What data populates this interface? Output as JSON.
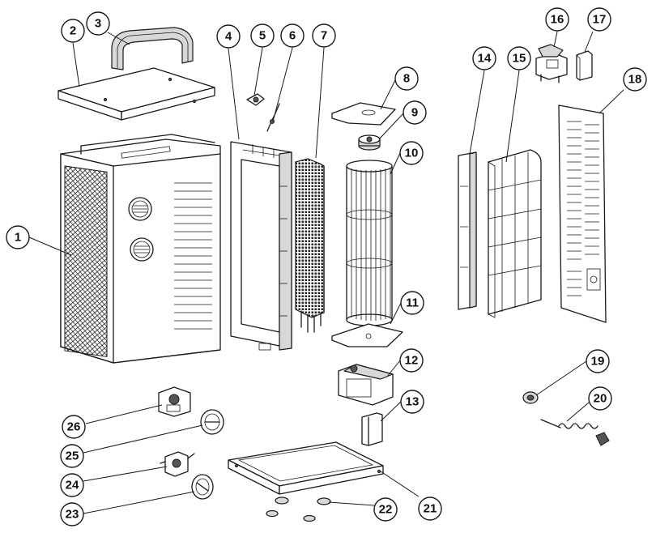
{
  "diagram": {
    "type": "exploded-parts-view",
    "callouts": [
      {
        "id": "1",
        "label": "1"
      },
      {
        "id": "2",
        "label": "2"
      },
      {
        "id": "3",
        "label": "3"
      },
      {
        "id": "4",
        "label": "4"
      },
      {
        "id": "5",
        "label": "5"
      },
      {
        "id": "6",
        "label": "6"
      },
      {
        "id": "7",
        "label": "7"
      },
      {
        "id": "8",
        "label": "8"
      },
      {
        "id": "9",
        "label": "9"
      },
      {
        "id": "10",
        "label": "10"
      },
      {
        "id": "11",
        "label": "11"
      },
      {
        "id": "12",
        "label": "12"
      },
      {
        "id": "13",
        "label": "13"
      },
      {
        "id": "14",
        "label": "14"
      },
      {
        "id": "15",
        "label": "15"
      },
      {
        "id": "16",
        "label": "16"
      },
      {
        "id": "17",
        "label": "17"
      },
      {
        "id": "18",
        "label": "18"
      },
      {
        "id": "19",
        "label": "19"
      },
      {
        "id": "20",
        "label": "20"
      },
      {
        "id": "21",
        "label": "21"
      },
      {
        "id": "22",
        "label": "22"
      },
      {
        "id": "23",
        "label": "23"
      },
      {
        "id": "24",
        "label": "24"
      },
      {
        "id": "25",
        "label": "25"
      },
      {
        "id": "26",
        "label": "26"
      }
    ],
    "colors": {
      "line": "#1a1a1a",
      "background": "#ffffff",
      "shade": "#d8d8d8"
    }
  }
}
